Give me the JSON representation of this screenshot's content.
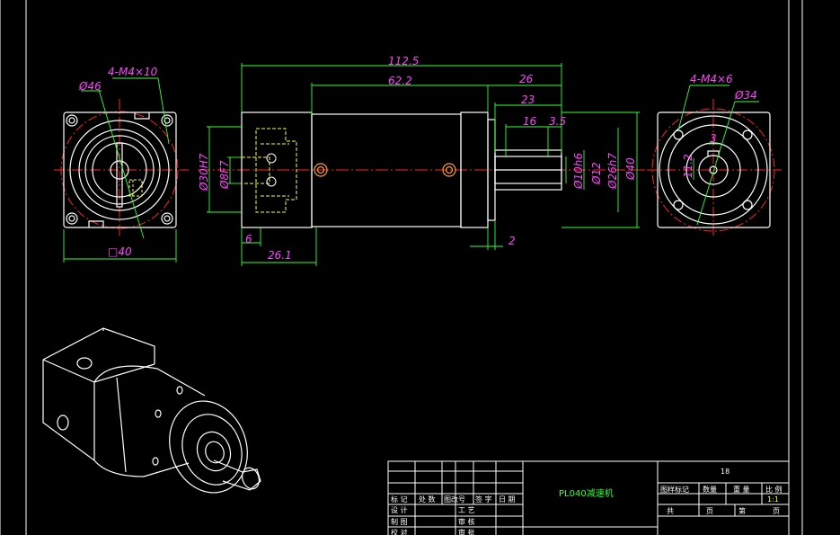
{
  "colors": {
    "background": "#000000",
    "outline": "#ffffff",
    "dimension": "#33ff33",
    "dimension_text": "#ff44ff",
    "center_line": "#ff2222",
    "hidden": "#ffff33",
    "part": "#ff9933"
  },
  "front_view": {
    "dim_diameter": "Ø46",
    "dim_holes": "4-M4×10",
    "dim_square": "□40"
  },
  "side_view": {
    "dim_total": "112.5",
    "dim_body": "62.2",
    "dim_shaft_total": "26",
    "dim_shaft": "23",
    "dim_key": "16",
    "dim_key_offset": "3.5",
    "dim_bore": "Ø30H7",
    "dim_bore_inner": "Ø8F7",
    "dim_shaft_dia": "Ø10h6",
    "dim_key_width": "Ø12",
    "dim_pilot": "Ø26h7",
    "dim_flange": "Ø40",
    "dim_offset": "6",
    "dim_input": "26.1",
    "dim_gap": "2"
  },
  "rear_view": {
    "dim_holes": "4-M4×6",
    "dim_diameter": "Ø34",
    "dim_key_depth": "3",
    "dim_height": "11.2"
  },
  "title_block": {
    "sheet_mark": "18",
    "product_name": "PL040减速机",
    "row_labels": [
      "标 记",
      "处 数",
      "图改号",
      "签 字",
      "日 期"
    ],
    "design": "设 计",
    "process": "工 艺",
    "drawing": "制 图",
    "review": "审 核",
    "check": "校 对",
    "approve": "审 批",
    "stage_mark": "图样标记",
    "weight": "数量",
    "mass": "重 量",
    "scale": "比 例",
    "scale_value": "1:1",
    "total_label": "共",
    "page_label": "页",
    "sheet_label": "第",
    "sheet_page": "页"
  }
}
